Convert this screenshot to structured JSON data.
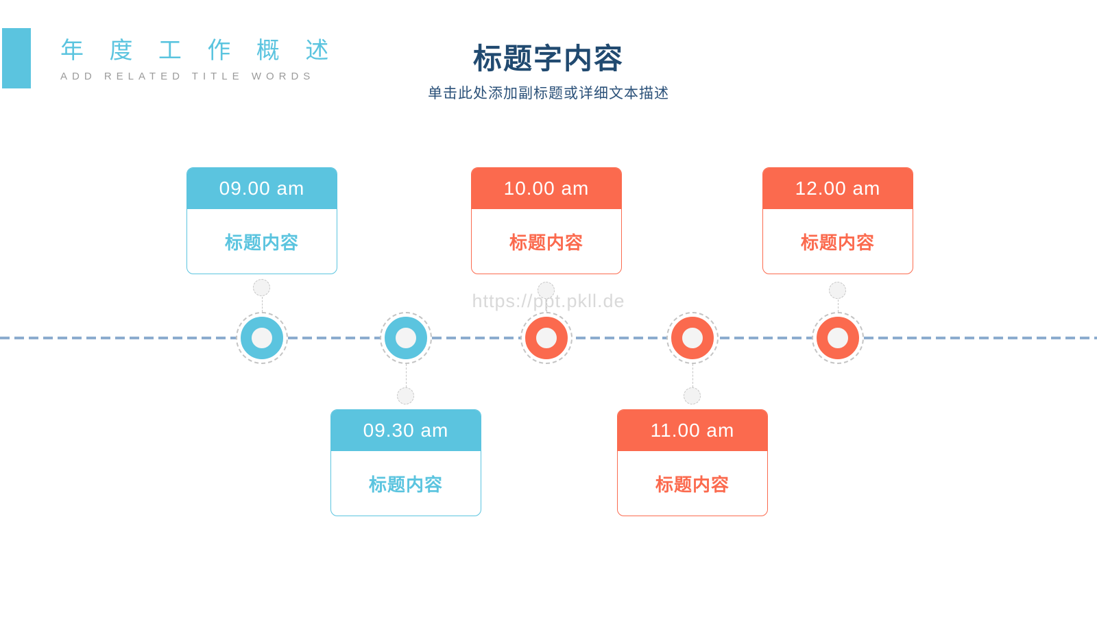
{
  "slide": {
    "corner": {
      "title": "年 度 工 作 概 述",
      "subtitle": "ADD RELATED TITLE WORDS"
    },
    "header": {
      "title": "标题字内容",
      "subtitle": "单击此处添加副标题或详细文本描述"
    },
    "watermark": "https://ppt.pkll.de",
    "colors": {
      "blue": "#5BC4DF",
      "orange": "#FB6A4E",
      "navy": "#214A70",
      "timeline": "#8CACCE",
      "gray_text": "#9B9B9B",
      "watermark_gray": "#D9D9D9"
    },
    "timeline": {
      "events": [
        {
          "time": "09.00 am",
          "label": "标题内容",
          "color": "blue",
          "position": "above"
        },
        {
          "time": "09.30 am",
          "label": "标题内容",
          "color": "blue",
          "position": "below"
        },
        {
          "time": "10.00 am",
          "label": "标题内容",
          "color": "orange",
          "position": "above"
        },
        {
          "time": "11.00 am",
          "label": "标题内容",
          "color": "orange",
          "position": "below"
        },
        {
          "time": "12.00 am",
          "label": "标题内容",
          "color": "orange",
          "position": "above"
        }
      ]
    }
  }
}
